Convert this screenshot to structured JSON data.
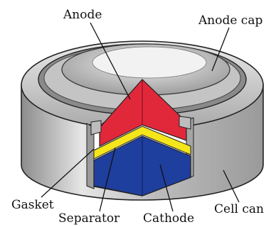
{
  "labels": {
    "anode": "Anode",
    "anode_cap": "Anode cap",
    "gasket": "Gasket",
    "separator": "Separator",
    "cathode": "Cathode",
    "cell_can": "Cell can"
  },
  "colors": {
    "anode": "#e0283a",
    "separator": "#f4e61a",
    "cathode": "#1e3f9e",
    "metal": "#c9c9c9",
    "outline": "#222222"
  }
}
